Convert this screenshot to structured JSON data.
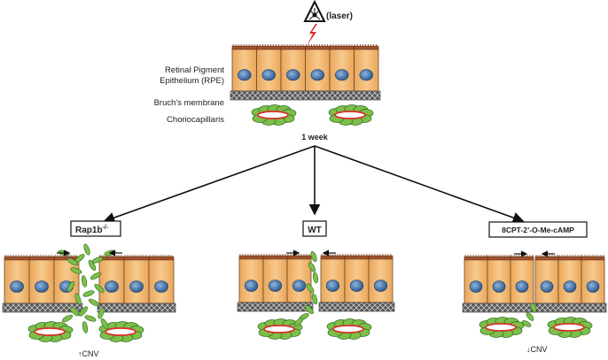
{
  "warning_icon": "laser-hazard-triangle-icon",
  "laser_label": "(laser)",
  "layer_labels": {
    "rpe_line1": "Retinal Pigment",
    "rpe_line2": "Epithelium (RPE)",
    "bruchs": "Bruch's membrane",
    "choriocapillaris": "Choriocapillaris"
  },
  "time_label": "1 week",
  "conditions": [
    {
      "label": "Rap1b",
      "superscript": "-/-",
      "effect": "↑CNV"
    },
    {
      "label": "WT",
      "superscript": "",
      "effect": ""
    },
    {
      "label": "8CPT-2’-O-Me-cAMP",
      "superscript": "",
      "effect": "↓CNV"
    }
  ],
  "colors": {
    "cell_fill": "#f2b56b",
    "cell_top": "#a0522d",
    "nucleus": "#3b6ea5",
    "bruchs": "#333333",
    "vessel_green": "#7cbf4a",
    "vessel_red": "#d9302b",
    "laser_bolt": "#d9302b"
  }
}
